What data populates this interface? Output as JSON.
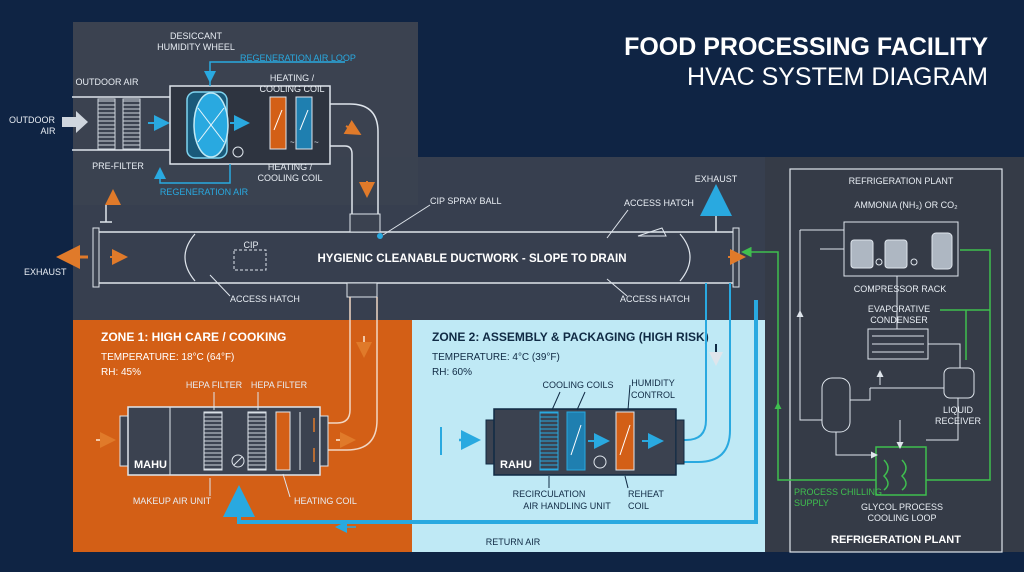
{
  "title": {
    "line1": "FOOD PROCESSING FACILITY",
    "line2": "HVAC SYSTEM DIAGRAM"
  },
  "top_unit": {
    "desiccant_label_1": "DESICCANT",
    "desiccant_label_2": "HUMIDITY WHEEL",
    "regen_loop": "REGENERATION AIR LOOP",
    "outdoor_air_top": "OUTDOOR AIR",
    "outdoor_air_left_1": "OUTDOOR",
    "outdoor_air_left_2": "AIR",
    "heating_cooling_top_1": "HEATING /",
    "heating_cooling_top_2": "COOLING COIL",
    "pre_filter": "PRE-FILTER",
    "regen_air": "REGENERATION AIR",
    "heating_cooling_bot_1": "HEATING /",
    "heating_cooling_bot_2": "COOLING COIL"
  },
  "duct": {
    "main_label": "HYGIENIC CLEANABLE DUCTWORK - SLOPE TO DRAIN",
    "cip_spray_ball": "CIP SPRAY BALL",
    "cip": "CIP",
    "access_hatch_1": "ACCESS HATCH",
    "access_hatch_2": "ACCESS HATCH",
    "access_hatch_3": "ACCESS HATCH",
    "exhaust_left": "EXHAUST",
    "exhaust_top": "EXHAUST"
  },
  "zone1": {
    "title": "ZONE 1: HIGH CARE / COOKING",
    "temperature": "TEMPERATURE: 18°C (64°F)",
    "rh": "RH: 45%",
    "hepa1": "HEPA FILTER",
    "hepa2": "HEPA FILTER",
    "unit": "MAHU",
    "makeup": "MAKEUP AIR UNIT",
    "heating_coil": "HEATING COIL",
    "color": "#d35f16"
  },
  "zone2": {
    "title": "ZONE 2: ASSEMBLY & PACKAGING (HIGH RISK)",
    "temperature": "TEMPERATURE: 4°C (39°F)",
    "rh": "RH: 60%",
    "cooling_coils": "COOLING COILS",
    "humidity_1": "HUMIDITY",
    "humidity_2": "CONTROL",
    "unit": "RAHU",
    "recirc_1": "RECIRCULATION",
    "recirc_2": "AIR HANDLING UNIT",
    "reheat_1": "REHEAT",
    "reheat_2": "COIL",
    "return_air": "RETURN AIR",
    "color": "#bfe9f5"
  },
  "refrigeration": {
    "header": "REFRIGERATION PLANT",
    "ammonia": "AMMONIA (NH₃) OR CO₂",
    "compressor": "COMPRESSOR RACK",
    "evap_1": "EVAPORATIVE",
    "evap_2": "CONDENSER",
    "liquid_1": "LIQUID",
    "liquid_2": "RECEIVER",
    "process_1": "PROCESS CHILLING",
    "process_2": "SUPPLY",
    "glycol_1": "GLYCOL PROCESS",
    "glycol_2": "COOLING LOOP",
    "footer": "REFRIGERATION PLANT"
  },
  "colors": {
    "background": "#0f2444",
    "panel": "#3b4250",
    "airflow_blue": "#29a9e0",
    "orange": "#d35f16",
    "glycol_green": "#3fbf4f"
  }
}
